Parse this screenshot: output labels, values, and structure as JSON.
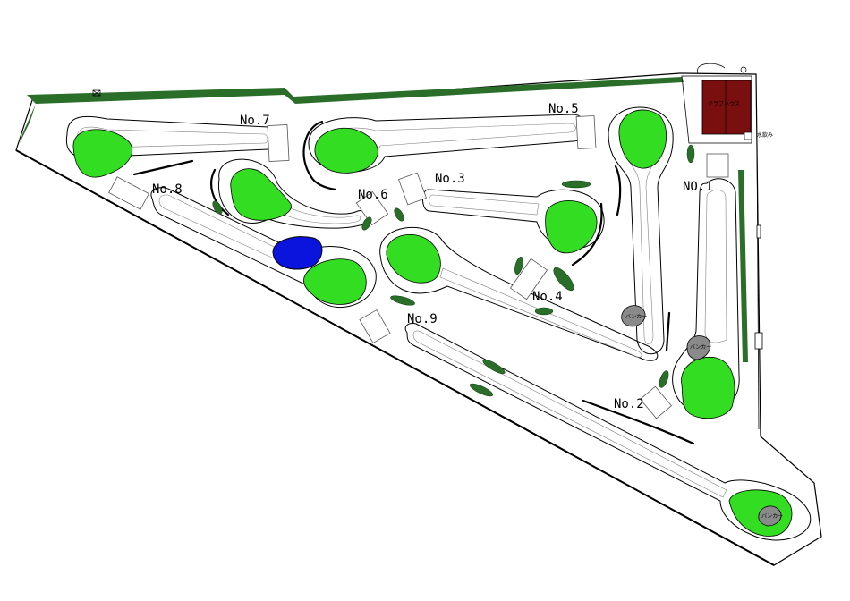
{
  "colors": {
    "green": "#33dd22",
    "hedge": "#2a6e2a",
    "pond": "#0a14dd",
    "bunker": "#8a8a8a",
    "building": "#7a0f0f"
  },
  "holes": [
    {
      "id": "hole-1",
      "label": "NO.1"
    },
    {
      "id": "hole-2",
      "label": "No.2"
    },
    {
      "id": "hole-3",
      "label": "No.3"
    },
    {
      "id": "hole-4",
      "label": "No.4"
    },
    {
      "id": "hole-5",
      "label": "No.5"
    },
    {
      "id": "hole-6",
      "label": "No.6"
    },
    {
      "id": "hole-7",
      "label": "No.7"
    },
    {
      "id": "hole-8",
      "label": "No.8"
    },
    {
      "id": "hole-9",
      "label": "No.9"
    }
  ],
  "bunker_label": "バンカー",
  "facility_label": "水飲み",
  "building_label": "クラブハウス"
}
